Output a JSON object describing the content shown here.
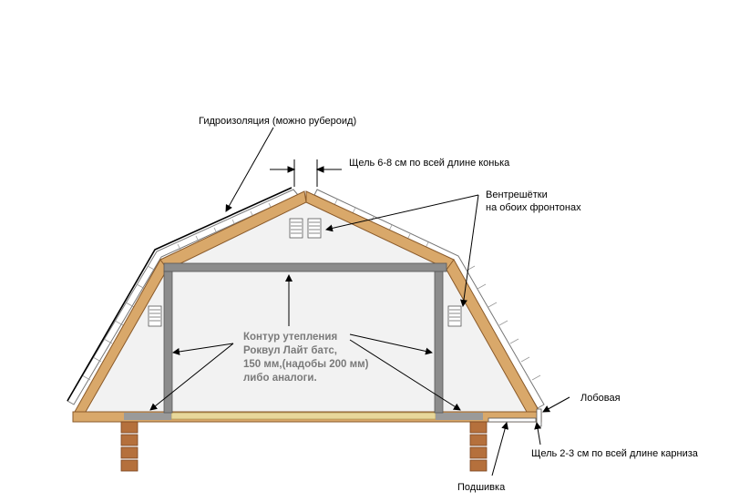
{
  "labels": {
    "waterproofing": "Гидроизоляция (можно рубероид)",
    "ridge_gap": "Щель 6-8 см по всей длине конька",
    "vents_line1": "Вентрешётки",
    "vents_line2": "на обоих фронтонах",
    "fascia": "Лобовая",
    "eave_gap": "Щель  2-3 см по всей длине карниза",
    "soffit": "Подшивка"
  },
  "insulation": {
    "line1": "Контур утепления",
    "line2": "Роквул Лайт батс,",
    "line3": "150 мм,(надобы 200 мм)",
    "line4": "либо аналоги."
  },
  "colors": {
    "timber": "#d9a86a",
    "timber_outline": "#8a5a2a",
    "insulation_frame": "#8c8c8c",
    "brick": "#b5703c",
    "floor_board": "#e8d79a",
    "wall_fill": "#f2f2f2"
  }
}
